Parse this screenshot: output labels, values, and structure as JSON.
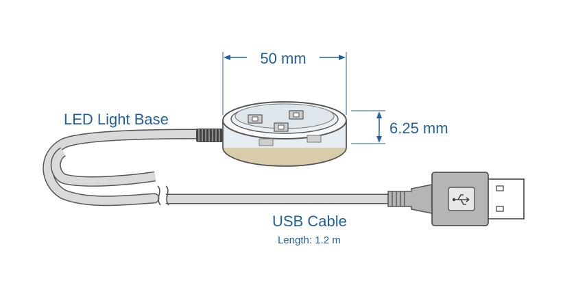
{
  "labels": {
    "diameter": "50 mm",
    "height": "6.25 mm",
    "base": "LED Light Base",
    "cable": "USB Cable",
    "length": "Length: 1.2 m"
  },
  "colors": {
    "dimension": "#1f5f9e",
    "outline": "#555555",
    "cable_fill": "#d9d9d9",
    "plug_fill": "#b5b5b5",
    "base_top": "#e9eff3",
    "base_bottom": "#d8ccaa"
  },
  "icons": [
    "usb-icon"
  ]
}
